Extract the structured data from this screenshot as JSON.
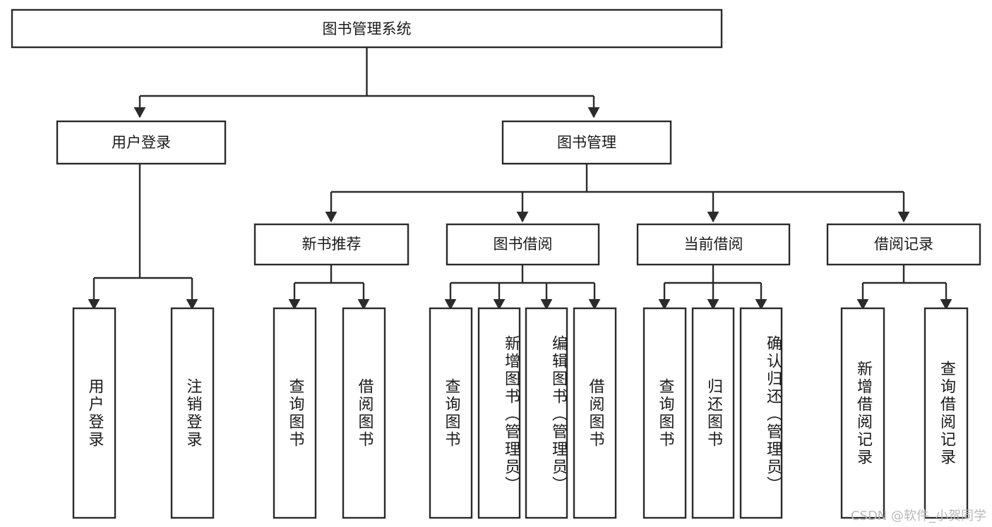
{
  "diagram": {
    "type": "tree",
    "title": "图书管理系统",
    "levels": {
      "root": {
        "label": "图书管理系统"
      },
      "level2": [
        {
          "id": "user-login",
          "label": "用户登录"
        },
        {
          "id": "book-management",
          "label": "图书管理"
        }
      ],
      "level3": [
        {
          "id": "new-book-recommend",
          "label": "新书推荐",
          "parent": "book-management"
        },
        {
          "id": "book-borrow",
          "label": "图书借阅",
          "parent": "book-management"
        },
        {
          "id": "current-borrow",
          "label": "当前借阅",
          "parent": "book-management"
        },
        {
          "id": "borrow-record",
          "label": "借阅记录",
          "parent": "book-management"
        }
      ],
      "leaves": [
        {
          "id": "leaf-user-login",
          "label": "用户登录",
          "parent": "user-login",
          "align": "middle"
        },
        {
          "id": "leaf-logout-login",
          "label": "注销登录",
          "parent": "user-login",
          "align": "middle"
        },
        {
          "id": "leaf-query-book-1",
          "label": "查询图书",
          "parent": "new-book-recommend",
          "align": "middle"
        },
        {
          "id": "leaf-borrow-book-1",
          "label": "借阅图书",
          "parent": "new-book-recommend",
          "align": "middle"
        },
        {
          "id": "leaf-query-book-2",
          "label": "查询图书",
          "parent": "book-borrow",
          "align": "middle"
        },
        {
          "id": "leaf-add-book",
          "label": "新增图书（管理员）",
          "parent": "book-borrow",
          "align": "start"
        },
        {
          "id": "leaf-edit-book",
          "label": "编辑图书（管理员）",
          "parent": "book-borrow",
          "align": "start"
        },
        {
          "id": "leaf-borrow-book-2",
          "label": "借阅图书",
          "parent": "book-borrow",
          "align": "middle"
        },
        {
          "id": "leaf-query-book-3",
          "label": "查询图书",
          "parent": "current-borrow",
          "align": "middle"
        },
        {
          "id": "leaf-return-book",
          "label": "归还图书",
          "parent": "current-borrow",
          "align": "middle"
        },
        {
          "id": "leaf-confirm-return",
          "label": "确认归还（管理员）",
          "parent": "current-borrow",
          "align": "start"
        },
        {
          "id": "leaf-add-record",
          "label": "新增借阅记录",
          "parent": "borrow-record",
          "align": "middle"
        },
        {
          "id": "leaf-query-record",
          "label": "查询借阅记录",
          "parent": "borrow-record",
          "align": "middle"
        }
      ]
    },
    "colors": {
      "box_stroke": "#2b2b2b",
      "box_fill": "#ffffff",
      "text": "#1a1a1a",
      "watermark": "#b9b9b9",
      "background": "#ffffff"
    }
  },
  "watermark": {
    "text": "CSDN @软件_小贺同学"
  }
}
